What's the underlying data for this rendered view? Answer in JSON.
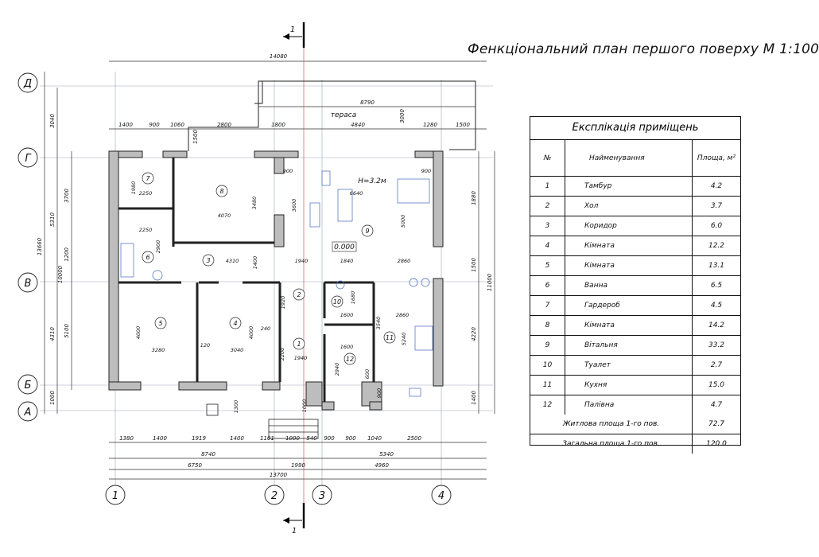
{
  "title": "Фенкціональний план першого поверху М 1:100",
  "explication": {
    "title": "Експлікація приміщень",
    "headers": {
      "num": "№",
      "name": "Найменування",
      "area": "Площа, м²"
    },
    "rows": [
      {
        "num": "1",
        "name": "Тамбур",
        "area": "4.2"
      },
      {
        "num": "2",
        "name": "Хол",
        "area": "3.7"
      },
      {
        "num": "3",
        "name": "Коридор",
        "area": "6.0"
      },
      {
        "num": "4",
        "name": "Кімната",
        "area": "12.2"
      },
      {
        "num": "5",
        "name": "Кімната",
        "area": "13.1"
      },
      {
        "num": "6",
        "name": "Ванна",
        "area": "6.5"
      },
      {
        "num": "7",
        "name": "Гардероб",
        "area": "4.5"
      },
      {
        "num": "8",
        "name": "Кімната",
        "area": "14.2"
      },
      {
        "num": "9",
        "name": "Вітальня",
        "area": "33.2"
      },
      {
        "num": "10",
        "name": "Туалет",
        "area": "2.7"
      },
      {
        "num": "11",
        "name": "Кухня",
        "area": "15.0"
      },
      {
        "num": "12",
        "name": "Палівна",
        "area": "4.7"
      }
    ],
    "totals": [
      {
        "label": "Житлова площа    1-го пов.",
        "value": "72.7"
      },
      {
        "label": "Загальна площа    1-го пов.",
        "value": "120.0"
      }
    ]
  },
  "plan": {
    "grid_letters": [
      "Д",
      "Г",
      "В",
      "Б",
      "А"
    ],
    "grid_numbers": [
      "1",
      "2",
      "3",
      "4"
    ],
    "section_label": "1",
    "terrace_label": "тераса",
    "height_label": "H=3.2м",
    "level_label": "0.000",
    "room_numbers": [
      "1",
      "2",
      "3",
      "4",
      "5",
      "6",
      "7",
      "8",
      "9",
      "10",
      "11",
      "12"
    ],
    "dims_top": {
      "overall": "14080",
      "terrace": "8790",
      "upper_chain": [
        "1400",
        "900",
        "1060",
        "1500",
        "2800",
        "1800",
        "4840",
        "3000",
        "1280",
        "1500"
      ]
    },
    "dims_bottom": {
      "chain": [
        "1380",
        "1400",
        "1919",
        "1400",
        "1101",
        "1000",
        "540",
        "900",
        "900",
        "1040",
        "2500"
      ],
      "mid_a": "8740",
      "mid_b": "5340",
      "axes_a": "6750",
      "axes_b": "1990",
      "axes_c": "4960",
      "overall": "13700"
    },
    "dims_left": {
      "outer": "13660",
      "chain_a": [
        "3040",
        "5310",
        "4310",
        "1000"
      ],
      "chain_b": [
        "3700",
        "1200",
        "5100"
      ],
      "mid": "10000"
    },
    "dims_right": {
      "overall": "11000",
      "chain": [
        "1880",
        "1500",
        "4220",
        "1400"
      ]
    },
    "interior_dims": [
      "900",
      "900",
      "6640",
      "3600",
      "5000",
      "2250",
      "4070",
      "3480",
      "1980",
      "2250",
      "2900",
      "4310",
      "1400",
      "1940",
      "1840",
      "2860",
      "1920",
      "2860",
      "3280",
      "4000",
      "120",
      "3040",
      "4000",
      "240",
      "1940",
      "2200",
      "1600",
      "1680",
      "3540",
      "5240",
      "1600",
      "2940",
      "600",
      "900",
      "1300",
      "1000"
    ]
  }
}
